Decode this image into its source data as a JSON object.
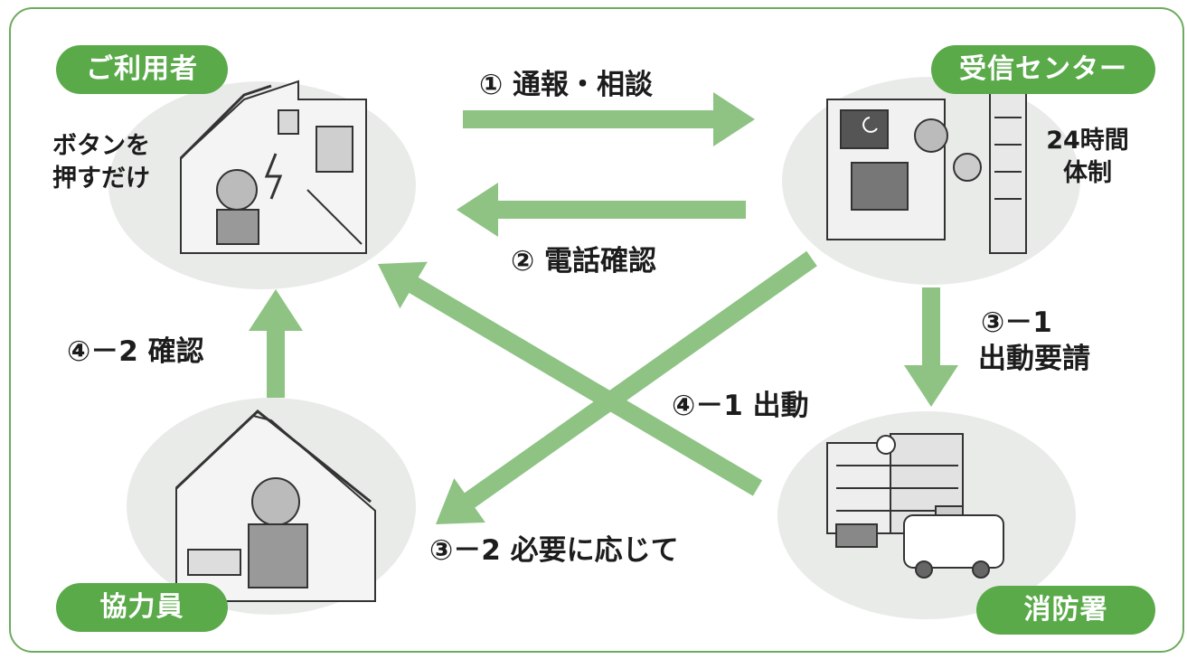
{
  "colors": {
    "arrow": "#8ec384",
    "badge": "#5aaa4a",
    "frame": "#6cab5e",
    "scene_bg": "#e9ebe9"
  },
  "nodes": {
    "user": {
      "badge": "ご利用者",
      "note_line1": "ボタンを",
      "note_line2": "押すだけ",
      "icon": "house-alarm-scene"
    },
    "center": {
      "badge": "受信センター",
      "note_line1": "24時間",
      "note_line2": "体制",
      "icon": "operator-monitor-scene"
    },
    "helper": {
      "badge": "協力員",
      "icon": "house-phone-scene"
    },
    "fire": {
      "badge": "消防署",
      "icon": "fire-station-ambulance-scene"
    }
  },
  "flows": {
    "f1": "① 通報・相談",
    "f2": "② 電話確認",
    "f3_1_line1": "③－1",
    "f3_1_line2": "出動要請",
    "f3_2": "③－2 必要に応じて",
    "f4_1": "④－1 出動",
    "f4_2": "④－2 確認"
  }
}
